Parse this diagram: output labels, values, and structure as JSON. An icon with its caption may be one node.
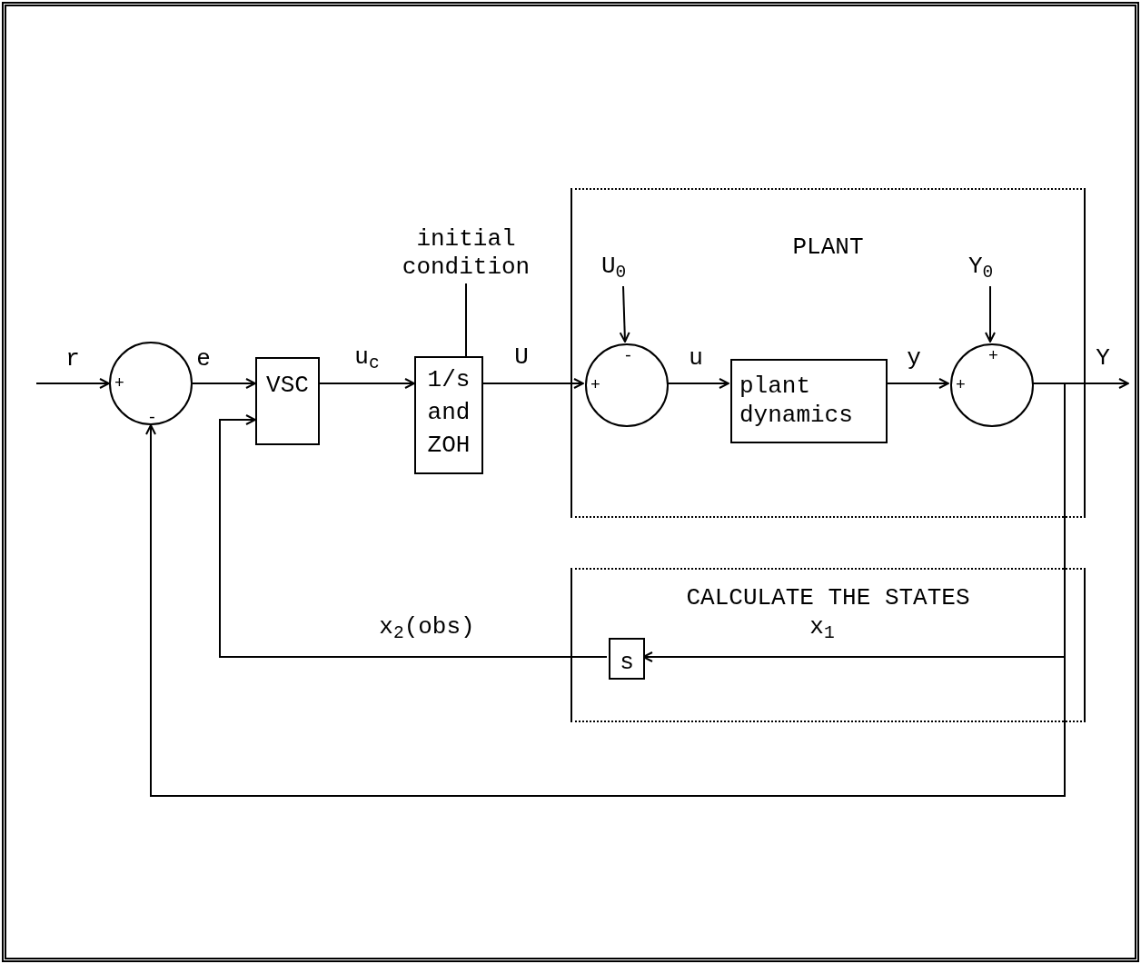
{
  "diagram": {
    "nodes": [
      {
        "text": [
          "PLANT"
        ]
      },
      {
        "text": [
          "CALCULATE THE STATES"
        ]
      },
      {
        "text": [
          "+",
          "-"
        ]
      },
      {
        "text": [
          "VSC"
        ]
      },
      {
        "text": [
          "1/s and ZOH"
        ]
      },
      {
        "text": [
          "initial condition"
        ]
      },
      {
        "text": [
          "U$_{0}$"
        ],
        "in": 0
      },
      {
        "text": [
          "-",
          "+"
        ],
        "in": 0
      },
      {
        "text": [
          "plant dynamics"
        ],
        "in": 0
      },
      {
        "text": [
          "Y$_{0}$"
        ],
        "in": 0
      },
      {
        "text": [
          "+",
          "+"
        ],
        "in": 0
      },
      {
        "text": [
          "s"
        ],
        "in": 1
      }
    ],
    "edges": [
      {
        "from": null,
        "to": 2,
        "arrow": "to",
        "label": "r"
      },
      {
        "from": 2,
        "to": 3,
        "arrow": "to",
        "label": "e"
      },
      {
        "from": 3,
        "to": 4,
        "arrow": "to",
        "label": "u$_{c}$"
      },
      {
        "from": 5,
        "to": 4,
        "arrow": "none"
      },
      {
        "from": 4,
        "to": 7,
        "arrow": "to",
        "label": "U"
      },
      {
        "from": 6,
        "to": 7,
        "arrow": "to"
      },
      {
        "from": 7,
        "to": 8,
        "arrow": "to",
        "label": "u"
      },
      {
        "from": 8,
        "to": 10,
        "arrow": "to",
        "label": "y"
      },
      {
        "from": 9,
        "to": 10,
        "arrow": "to"
      },
      {
        "from": 10,
        "to": null,
        "arrow": "to",
        "label": "Y"
      },
      {
        "from": 10,
        "to": 11,
        "arrow": "to",
        "label": "x$_{1}$"
      },
      {
        "from": 11,
        "to": 3,
        "arrow": "to",
        "label": "x$_{2}$(obs)"
      },
      {
        "from": 10,
        "to": 2,
        "arrow": "to"
      }
    ]
  }
}
